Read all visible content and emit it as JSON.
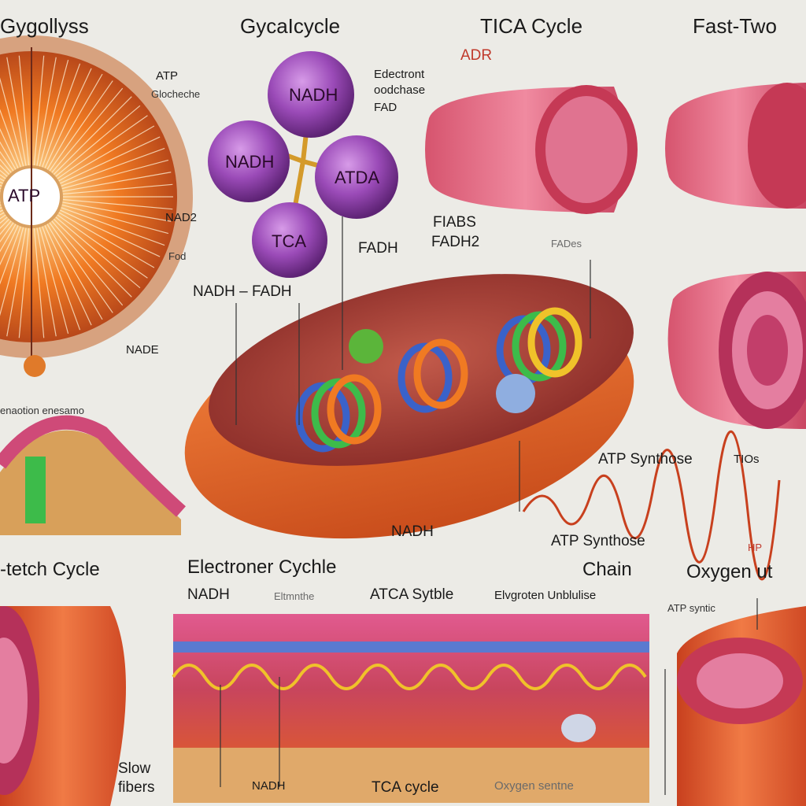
{
  "headings": {
    "glycolysis": "Gygollyss",
    "gycalcycle": "GycaIcycle",
    "tca_cycle": "TICA Cycle",
    "fast_twitch": "Fast-Two",
    "stretch_cycle": "-tetch Cycle",
    "electron_cycle": "Electroner Cychle",
    "chain": "Chain",
    "oxygen": "Oxygen ut"
  },
  "glycolysis_panel": {
    "center": "ATP",
    "atp": "ATP",
    "glucose": "Glocheche",
    "nadh_top": "NAD2",
    "fad": "Fod",
    "nadh_bottom": "NADE",
    "caption": "enaotion enesamo"
  },
  "cycle_panel": {
    "blob_top": "NADH",
    "blob_left": "NADH",
    "blob_right": "ATDA",
    "blob_bottom": "TCA",
    "electron": "Edectront",
    "oxidase": "oodchase",
    "fad": "FAD",
    "fadh": "FADH",
    "nadh_fadh": "NADH – FADH"
  },
  "tca_panel": {
    "adr": "ADR",
    "fiabs": "FIABS",
    "fadh2": "FADH2",
    "fades": "FADes"
  },
  "mitochondrion": {
    "atp_synthase": "ATP Synthose",
    "tios": "TIOs",
    "nadh": "NADH",
    "atp_synthase_2": "ATP  Synthose",
    "hp": "HP"
  },
  "bottom_row": {
    "nadh_left": "NADH",
    "intermembrane": "Eltmnthe",
    "atca": "ATCA Sytble",
    "elgroten": "Elvgroten Unblulise",
    "atp_sytic": "ATP syntic",
    "slow_fibers": "Slow\nfibers",
    "nadh_bottom": "NADH",
    "tca_cycle": "TCA  cycle",
    "oxygen_synthase": "Oxygen  sentne"
  },
  "colors": {
    "background": "#ecebe6",
    "muscle_pink": "#e8718a",
    "muscle_orange": "#e85c2e",
    "blob_purple": "#9b4bb8",
    "atp_orange": "#f07a22"
  }
}
